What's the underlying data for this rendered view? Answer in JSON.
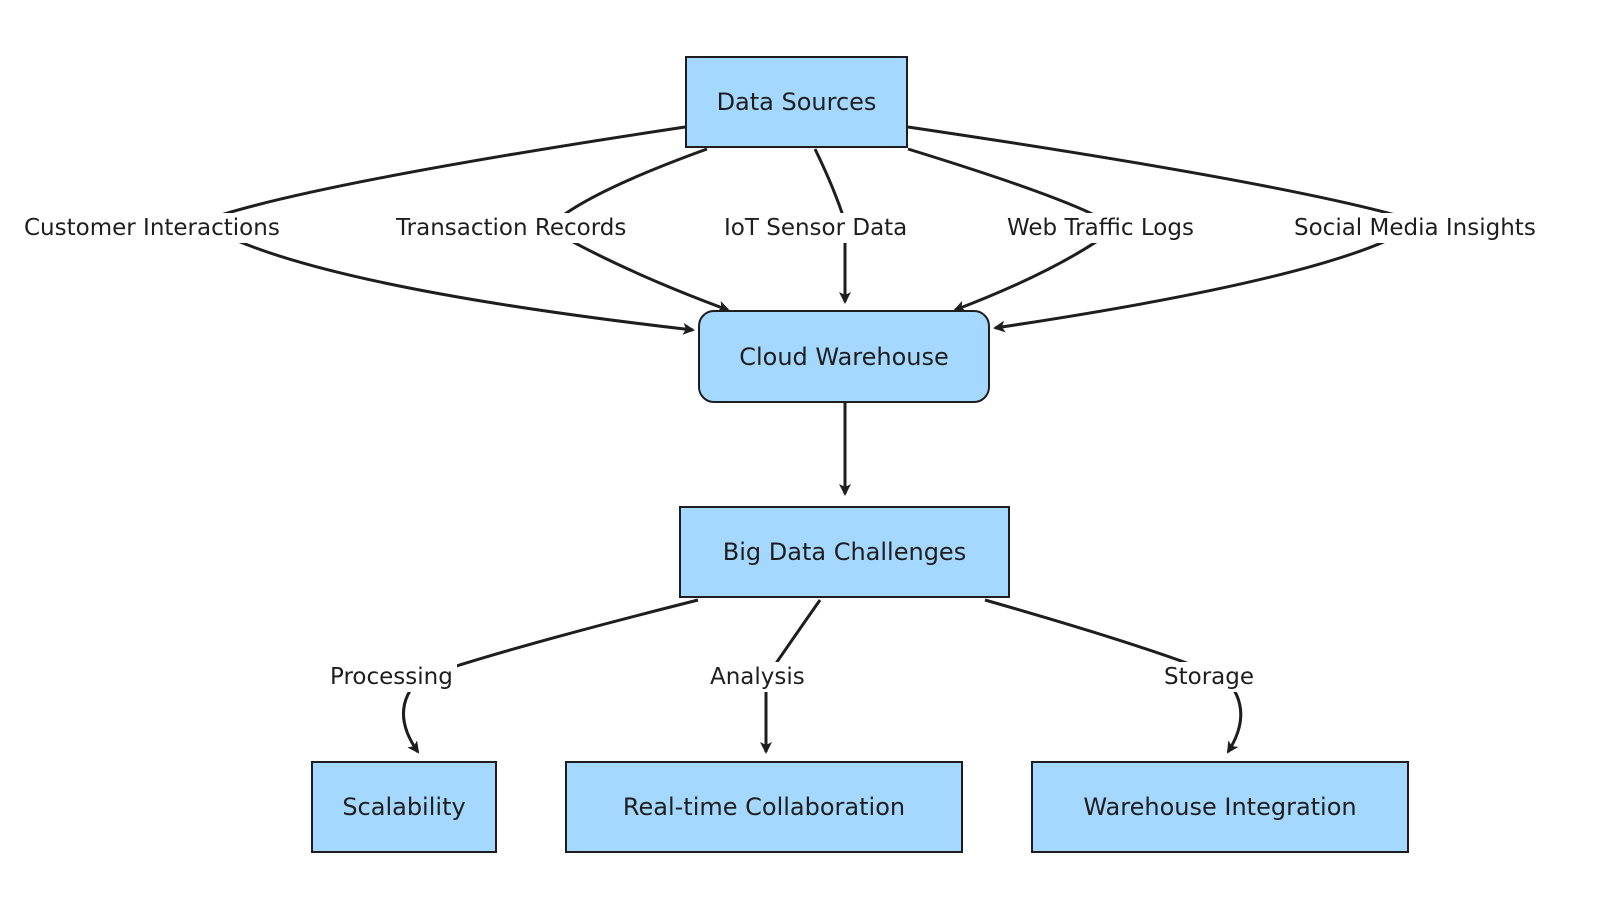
{
  "diagram": {
    "nodes": {
      "data_sources": "Data Sources",
      "cloud_warehouse": "Cloud Warehouse",
      "big_data_challenges": "Big Data Challenges",
      "scalability": "Scalability",
      "realtime_collaboration": "Real-time Collaboration",
      "warehouse_integration": "Warehouse Integration"
    },
    "edge_labels": {
      "customer_interactions": "Customer Interactions",
      "transaction_records": "Transaction Records",
      "iot_sensor_data": "IoT Sensor Data",
      "web_traffic_logs": "Web Traffic Logs",
      "social_media_insights": "Social Media Insights",
      "processing": "Processing",
      "analysis": "Analysis",
      "storage": "Storage"
    },
    "colors": {
      "node_fill": "#a5d8ff",
      "stroke": "#1e1e1e",
      "background": "#ffffff"
    }
  }
}
